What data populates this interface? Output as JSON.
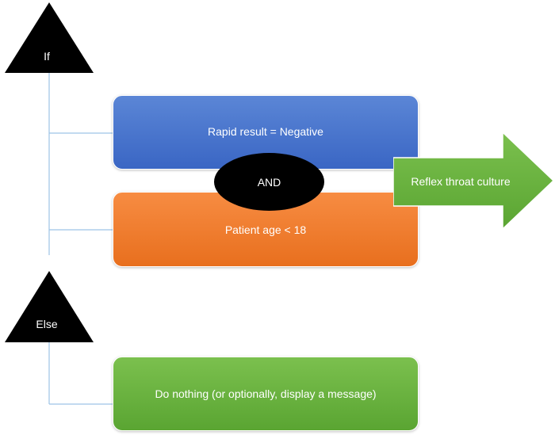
{
  "if_shape": {
    "label": "If"
  },
  "else_shape": {
    "label": "Else"
  },
  "conditions": [
    {
      "label": "Rapid result = Negative",
      "color": "#4472c4"
    },
    {
      "label": "Patient age < 18",
      "color": "#ed7d31"
    }
  ],
  "operator": {
    "label": "AND",
    "color": "#000000"
  },
  "action": {
    "label": "Reflex throat culture",
    "color": "#70ad47"
  },
  "else_action": {
    "label": "Do nothing (or optionally, display a message)",
    "color": "#70ad47"
  },
  "connector_color": "#9dc3e6"
}
